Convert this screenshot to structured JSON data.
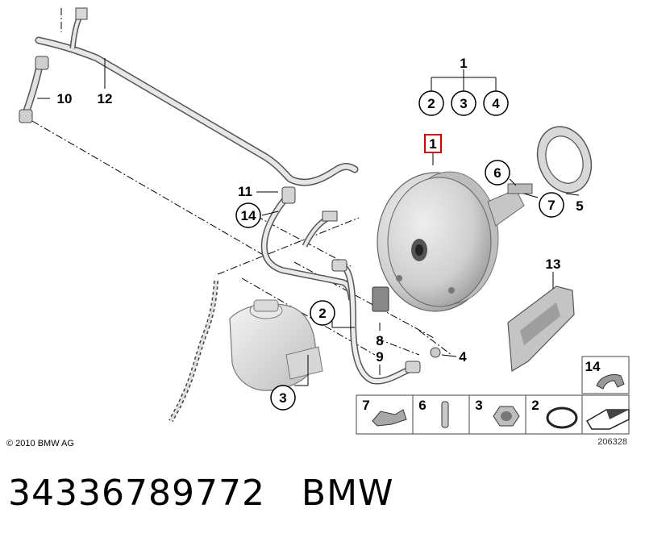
{
  "callouts": {
    "c1_top": "1",
    "c2": "2",
    "c3": "3",
    "c4": "4",
    "c1_boxed": "1",
    "c6": "6",
    "c7": "7",
    "c5": "5",
    "c10": "10",
    "c12": "12",
    "c11": "11",
    "c14": "14",
    "c2_res": "2",
    "c3_res": "3",
    "c8": "8",
    "c9": "9",
    "c4_small": "4",
    "c13": "13"
  },
  "legend": {
    "box14": "14",
    "box7": "7",
    "box6": "6",
    "box3": "3",
    "box2": "2"
  },
  "copyright": "© 2010 BMW AG",
  "diagram_code": "206328",
  "caption": {
    "part_number": "34336789772",
    "brand": "BMW"
  },
  "colors": {
    "booster_light": "#e4e4e4",
    "booster_dark": "#9a9a9a",
    "line": "#000000",
    "boxed_label": "#cc0000"
  }
}
